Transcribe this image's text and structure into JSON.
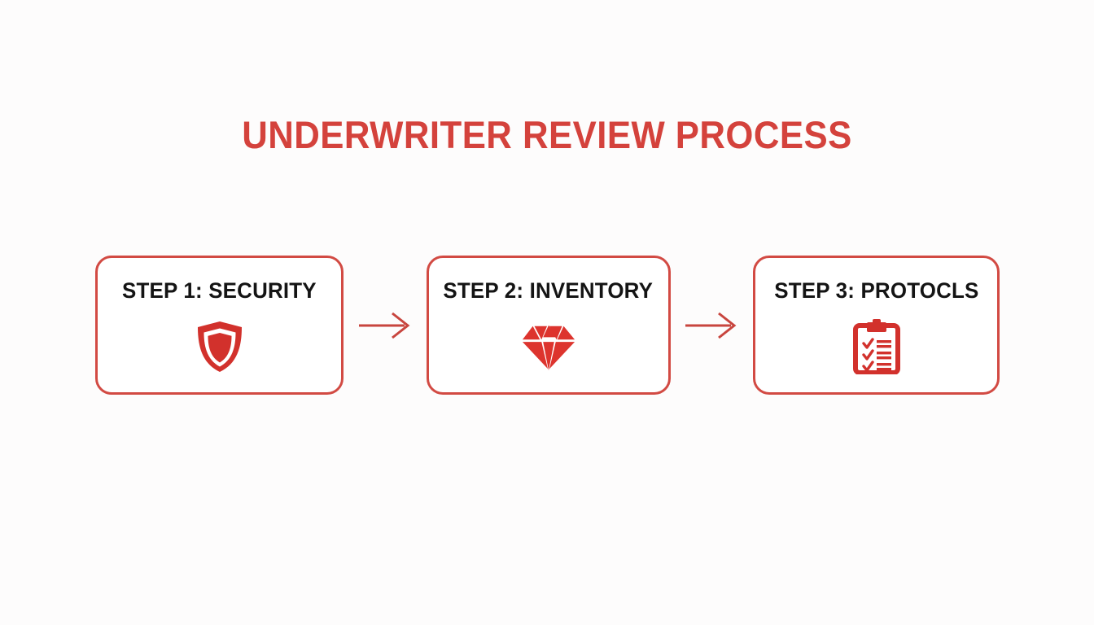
{
  "slide": {
    "title": "UNDERWRITER REVIEW PROCESS",
    "background_color": "#fdfcfc",
    "accent_color": "#d4423c",
    "border_color": "#d24a43",
    "label_color": "#141414"
  },
  "steps": [
    {
      "label": "STEP 1: SECURITY",
      "icon": "shield-icon"
    },
    {
      "label": "STEP 2: INVENTORY",
      "icon": "gem-icon"
    },
    {
      "label": "STEP 3: PROTOCLS",
      "icon": "clipboard-checklist-icon"
    }
  ],
  "connectors": [
    {
      "icon": "arrow-right-icon"
    },
    {
      "icon": "arrow-right-icon"
    }
  ]
}
